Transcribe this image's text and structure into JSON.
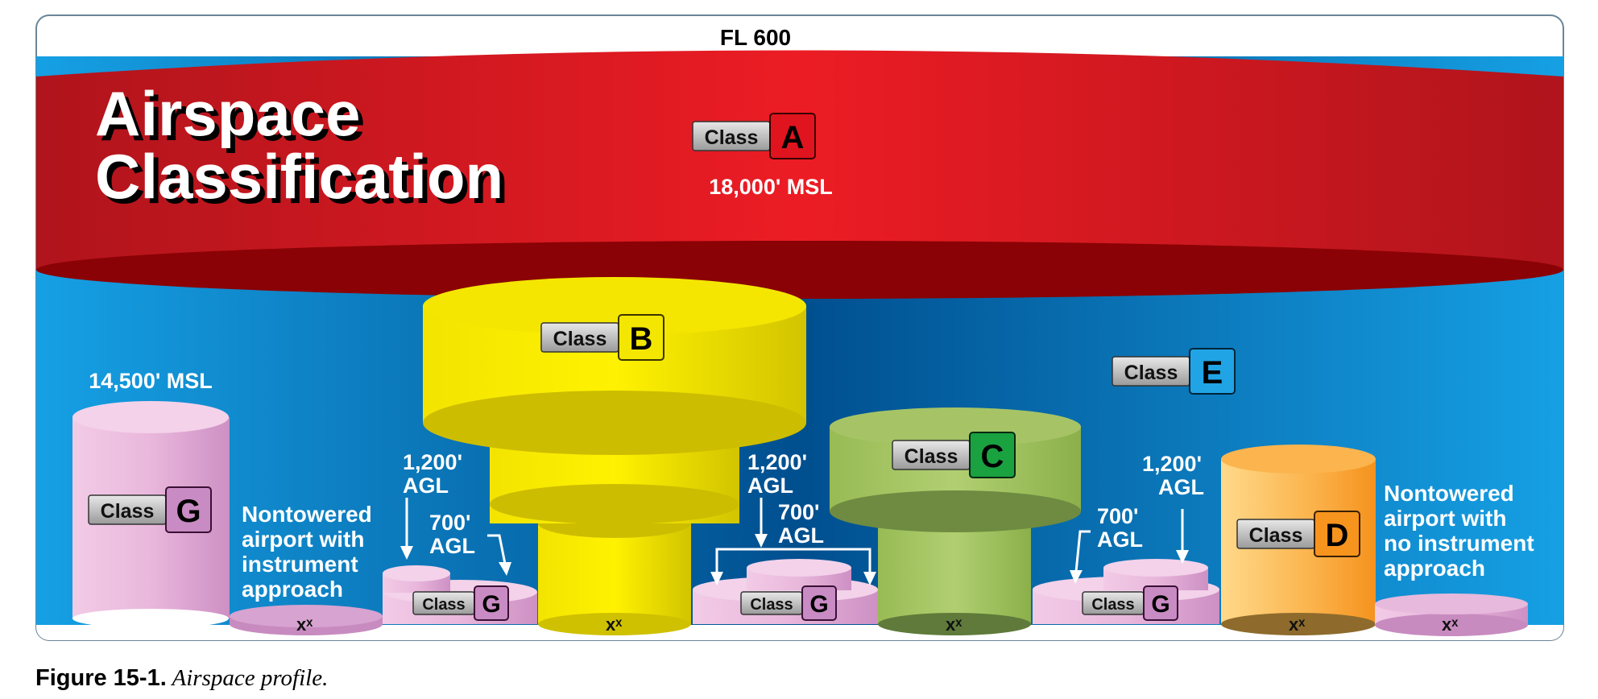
{
  "title_line1": "Airspace",
  "title_line2": "Classification",
  "top_label": "FL 600",
  "class_word": "Class",
  "class_a": {
    "letter": "A",
    "color": "#e0141e",
    "altitude": "18,000' MSL"
  },
  "class_b": {
    "letter": "B",
    "color": "#f3e600"
  },
  "class_c": {
    "letter": "C",
    "color": "#1aa140"
  },
  "class_d": {
    "letter": "D",
    "color": "#f7941d"
  },
  "class_e": {
    "letter": "E",
    "color": "#20a4e6"
  },
  "class_g": {
    "letter": "G",
    "color": "#c98bc4",
    "altitude": "14,500' MSL"
  },
  "labels": {
    "agl_1200_line1": "1,200'",
    "agl_1200_line2": "AGL",
    "agl_700_line1": "700'",
    "agl_700_line2": "AGL",
    "nontowered_instr": [
      "Nontowered",
      "airport with",
      "instrument",
      "approach"
    ],
    "nontowered_noinstr": [
      "Nontowered",
      "airport with",
      "no instrument",
      "approach"
    ]
  },
  "airport_symbol": "xˣ",
  "caption": {
    "figure": "Figure 15-1.",
    "text": " Airspace profile."
  }
}
